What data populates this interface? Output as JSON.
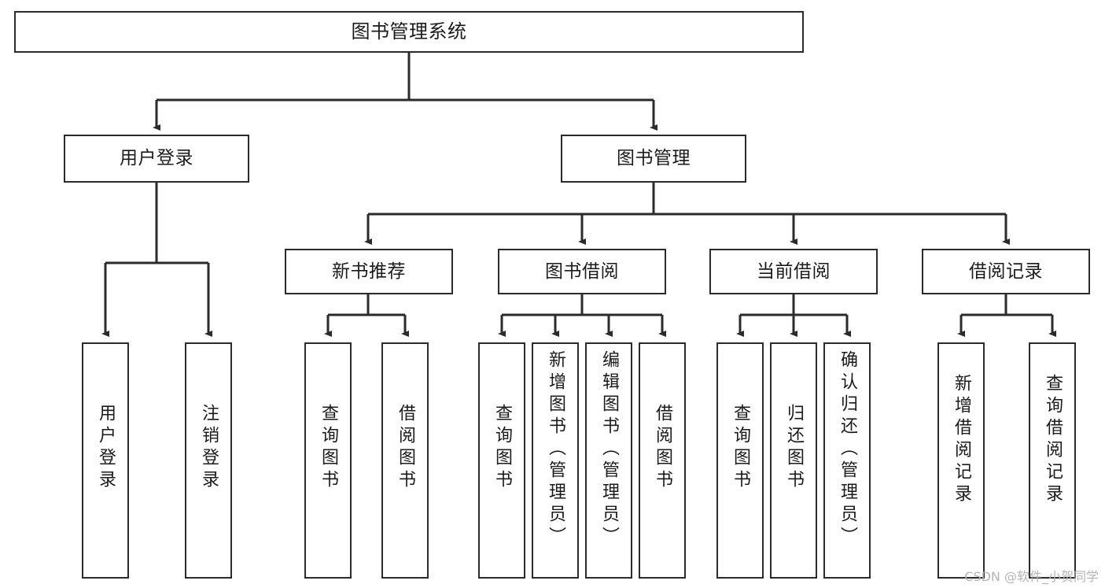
{
  "diagram": {
    "type": "tree",
    "title": "图书管理系统",
    "style": {
      "box_border_color": "#2b2b2b",
      "box_fill_color": "#ffffff",
      "edge_color": "#2b2b2b",
      "text_color": "#1b1b1b",
      "background": "#ffffff"
    },
    "nodes": {
      "root": {
        "label": "图书管理系统"
      },
      "user_login": {
        "label": "用户登录"
      },
      "book_manage": {
        "label": "图书管理"
      },
      "new_book_rec": {
        "label": "新书推荐"
      },
      "book_borrow": {
        "label": "图书借阅"
      },
      "current_borrow": {
        "label": "当前借阅"
      },
      "borrow_record": {
        "label": "借阅记录"
      },
      "leaf_user_login": {
        "label": "用户登录"
      },
      "leaf_user_logout": {
        "label": "注销登录"
      },
      "leaf_query_book_1": {
        "label": "查询图书"
      },
      "leaf_borrow_book_1": {
        "label": "借阅图书"
      },
      "leaf_query_book_2": {
        "label": "查询图书"
      },
      "leaf_add_book": {
        "label": "新增图书（管理员）"
      },
      "leaf_edit_book": {
        "label": "编辑图书（管理员）"
      },
      "leaf_borrow_book_2": {
        "label": "借阅图书"
      },
      "leaf_query_book_3": {
        "label": "查询图书"
      },
      "leaf_return_book": {
        "label": "归还图书"
      },
      "leaf_confirm_return": {
        "label": "确认归还（管理员）"
      },
      "leaf_add_record": {
        "label": "新增借阅记录"
      },
      "leaf_query_record": {
        "label": "查询借阅记录"
      }
    },
    "edges": [
      {
        "from": "root",
        "to": "user_login"
      },
      {
        "from": "root",
        "to": "book_manage"
      },
      {
        "from": "user_login",
        "to": "leaf_user_login"
      },
      {
        "from": "user_login",
        "to": "leaf_user_logout"
      },
      {
        "from": "book_manage",
        "to": "new_book_rec"
      },
      {
        "from": "book_manage",
        "to": "book_borrow"
      },
      {
        "from": "book_manage",
        "to": "current_borrow"
      },
      {
        "from": "book_manage",
        "to": "borrow_record"
      },
      {
        "from": "new_book_rec",
        "to": "leaf_query_book_1"
      },
      {
        "from": "new_book_rec",
        "to": "leaf_borrow_book_1"
      },
      {
        "from": "book_borrow",
        "to": "leaf_query_book_2"
      },
      {
        "from": "book_borrow",
        "to": "leaf_add_book"
      },
      {
        "from": "book_borrow",
        "to": "leaf_edit_book"
      },
      {
        "from": "book_borrow",
        "to": "leaf_borrow_book_2"
      },
      {
        "from": "current_borrow",
        "to": "leaf_query_book_3"
      },
      {
        "from": "current_borrow",
        "to": "leaf_return_book"
      },
      {
        "from": "current_borrow",
        "to": "leaf_confirm_return"
      },
      {
        "from": "borrow_record",
        "to": "leaf_add_record"
      },
      {
        "from": "borrow_record",
        "to": "leaf_query_record"
      }
    ]
  },
  "watermark": {
    "text": "CSDN @软件_小贺同学"
  }
}
